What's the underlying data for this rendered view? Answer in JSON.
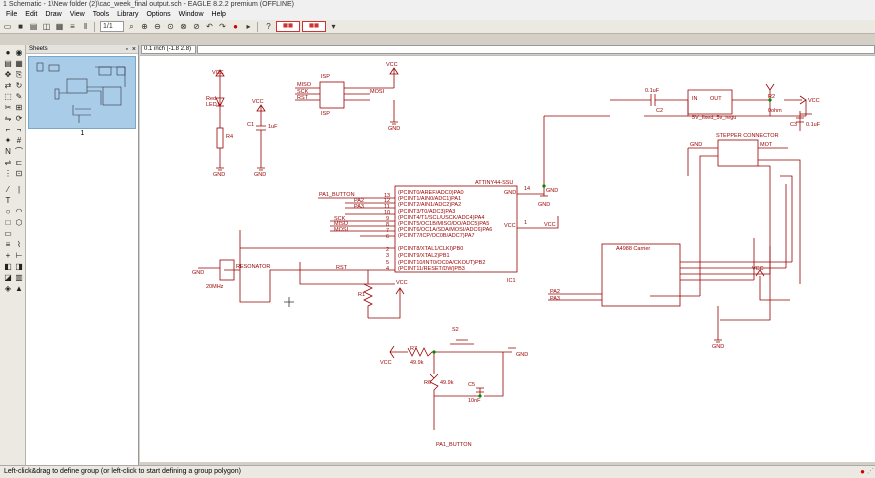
{
  "window": {
    "title": "1 Schematic - 1\\New folder (2)\\cac_week_final output.sch - EAGLE 8.2.2 premium (OFFLINE)"
  },
  "menu": [
    "File",
    "Edit",
    "Draw",
    "View",
    "Tools",
    "Library",
    "Options",
    "Window",
    "Help"
  ],
  "toolbar": {
    "zoom_combo": "1/1"
  },
  "sheets_panel": {
    "title": "Sheets",
    "sheet_number": "1"
  },
  "coordinates": "0.1 inch (-1.8 2.8)",
  "status": {
    "message": "Left-click&drag to define group (or left-click to start defining a group polygon)"
  },
  "schematic": {
    "labels": {
      "vcc": "VCC",
      "gnd": "GND",
      "red": "Red",
      "led1": "LED1",
      "r4": "R4",
      "c1": "C1",
      "c1_val": "1uF",
      "isp": "ISP",
      "isp_miso": "MISO",
      "isp_sck": "SCK",
      "isp_rst": "RST",
      "isp_mosi": "MOSI",
      "cap_01uf": "0.1uF",
      "c2": "C2",
      "reg_in": "IN",
      "reg_out": "OUT",
      "reg_name": "5V_fixed_5v_regu",
      "r2": "R2",
      "r2_val": "0ohm",
      "c3": "C3",
      "c3_val": "0.1uF",
      "stepper": "STEPPER CONNECTOR",
      "stepper_mot": "MOT",
      "ic_name": "ATTINY44-SSU",
      "ic1": "IC1",
      "pa1_button": "PA1_BUTTON",
      "pa2": "PA2",
      "pa3": "PA3",
      "sck": "SCK",
      "miso": "MISO",
      "mosi": "MOSI",
      "rst": "RST",
      "r1": "R1",
      "resonator": "RESONATOR",
      "resonator_val": "20MHz",
      "a4988": "A4988 Carrier",
      "s2": "S2",
      "r7": "R7",
      "r7_val": "49.9k",
      "r6": "R6",
      "r6_val": "49.9k",
      "c5": "C5",
      "c5_val": "10nF",
      "pa1_button_net": "PA1_BUTTON",
      "pin14": "14",
      "pin1": "1"
    },
    "ic_pins_left": [
      "(PCINT0/AREF/ADC0)PA0",
      "(PCINT1/AIN0/ADC1)PA1",
      "(PCINT2/AIN1/ADC2)PA2",
      "(PCINT3/T0/ADC3)PA3",
      "(PCINT4/T1/SCL/USCK/ADC4)PA4",
      "(PCINT5/OC1B/MISO/DO/ADC5)PA5",
      "(PCINT6/OC1A/SDA/MOSI/ADC6)PA6",
      "(PCINT7/ICP/OC0B/ADC7)PA7",
      "(PCINT8/XTAL1/CLKI)PB0",
      "(PCINT9/XTAL2)PB1",
      "(PCINT10/INT0/OC0A/CKOUT)PB2",
      "(PCINT11/RESET/DW)PB3"
    ],
    "ic_pin_numbers": [
      "13",
      "12",
      "11",
      "10",
      "9",
      "8",
      "7",
      "6",
      "2",
      "3",
      "5",
      "4"
    ],
    "ic_pins_right": [
      "GND",
      "VCC"
    ]
  }
}
